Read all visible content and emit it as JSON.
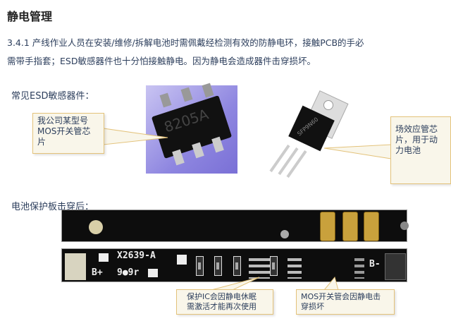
{
  "title": "静电管理",
  "paragraph": {
    "line1": "3.4.1  产线作业人员在安装/维修/拆解电池时需佩戴经检测有效的防静电环，接触PCB的手必",
    "line2": "需带手指套；ESD敏感器件也十分怕接触静电。因为静电会造成器件击穿损坏。"
  },
  "esd_heading": "常见ESD敏感器件：",
  "chip1": {
    "marking": "8205A"
  },
  "chip2": {
    "marking": "SFP9N60"
  },
  "callouts": {
    "mos_chip": {
      "line1": "我公司某型号",
      "line2": "MOS开关管芯",
      "line3": "片"
    },
    "fet_chip": {
      "line1": "场效应管芯",
      "line2": "片，用于动",
      "line3": "力电池"
    },
    "protect_ic": {
      "line1": "保护IC会因静电休眠",
      "line2": "需激活才能再次使用"
    },
    "mos_breakdown": {
      "line1": "MOS开关管会因静电击",
      "line2": "穿损坏"
    }
  },
  "board_heading": "电池保护板击穿后：",
  "board": {
    "model": "X2639-A",
    "bplus": "B+",
    "bminus": "B-",
    "code": "9●9r"
  }
}
